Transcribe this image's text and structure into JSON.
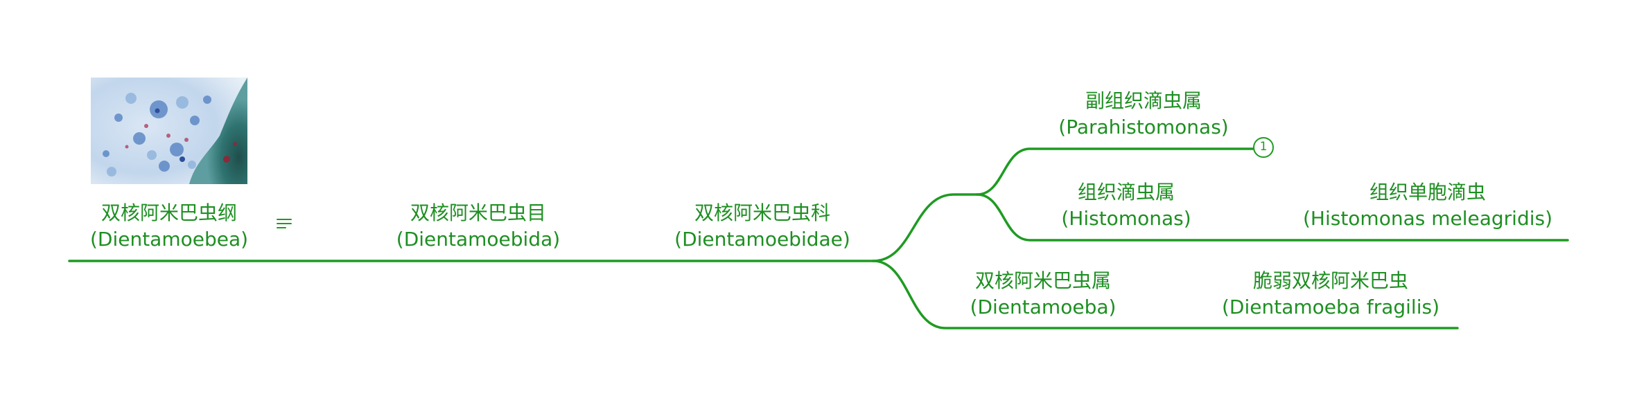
{
  "theme": {
    "line_color": "#1e9b22",
    "text_color": "#1e8f22"
  },
  "root": {
    "name": "双核阿米巴虫纲",
    "latin": "(Dientamoebea)",
    "image": "microscopy-image",
    "note_icon": "notes-icon"
  },
  "order": {
    "name": "双核阿米巴虫目",
    "latin": "(Dientamoebida)"
  },
  "family": {
    "name": "双核阿米巴虫科",
    "latin": "(Dientamoebidae)"
  },
  "genus_parahistomonas": {
    "name": "副组织滴虫属",
    "latin": "(Parahistomonas)",
    "collapsed_count": "1"
  },
  "genus_histomonas": {
    "name": "组织滴虫属",
    "latin": "(Histomonas)"
  },
  "species_histomonas": {
    "name": "组织单胞滴虫",
    "latin": "(Histomonas meleagridis)"
  },
  "genus_dientamoeba": {
    "name": "双核阿米巴虫属",
    "latin": "(Dientamoeba)"
  },
  "species_dientamoeba": {
    "name": "脆弱双核阿米巴虫",
    "latin": "(Dientamoeba fragilis)"
  }
}
